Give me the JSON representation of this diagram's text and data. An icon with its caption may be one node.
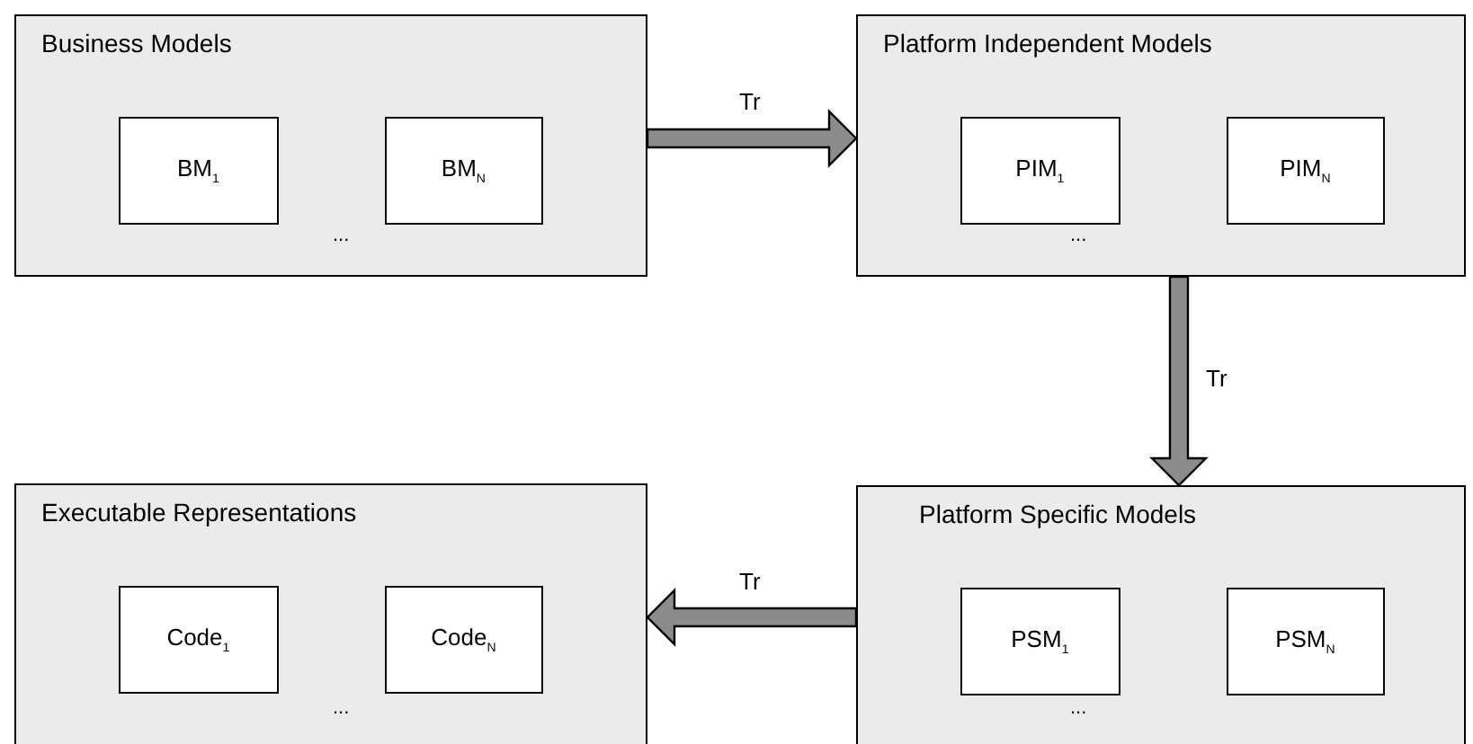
{
  "diagram": {
    "nodes": [
      {
        "text": [
          "Business Models"
        ]
      },
      {
        "text": [
          "BM$_{1}$"
        ],
        "in": 0
      },
      {
        "text": [
          "BM$_{N}$"
        ],
        "in": 0
      },
      {
        "text": [
          "Platform Independent Models"
        ]
      },
      {
        "text": [
          "PIM$_{1}$"
        ],
        "in": 3
      },
      {
        "text": [
          "PIM$_{N}$"
        ],
        "in": 3
      },
      {
        "text": [
          "Executable Representations"
        ]
      },
      {
        "text": [
          "Code$_{1}$"
        ],
        "in": 6
      },
      {
        "text": [
          "Code$_{N}$"
        ],
        "in": 6
      },
      {
        "text": [
          "Platform Specific Models"
        ]
      },
      {
        "text": [
          "PSM$_{1}$"
        ],
        "in": 9
      },
      {
        "text": [
          "PSM$_{N}$"
        ],
        "in": 9
      }
    ],
    "edges": [
      {
        "from": 0,
        "to": 3,
        "arrow": "to",
        "label": "Tr",
        "style": "thick"
      },
      {
        "from": 3,
        "to": 9,
        "arrow": "to",
        "label": "Tr",
        "style": "thick"
      },
      {
        "from": 9,
        "to": 6,
        "arrow": "to",
        "label": "Tr",
        "style": "thick"
      }
    ],
    "labels": [
      "...",
      "...",
      "...",
      "..."
    ]
  }
}
